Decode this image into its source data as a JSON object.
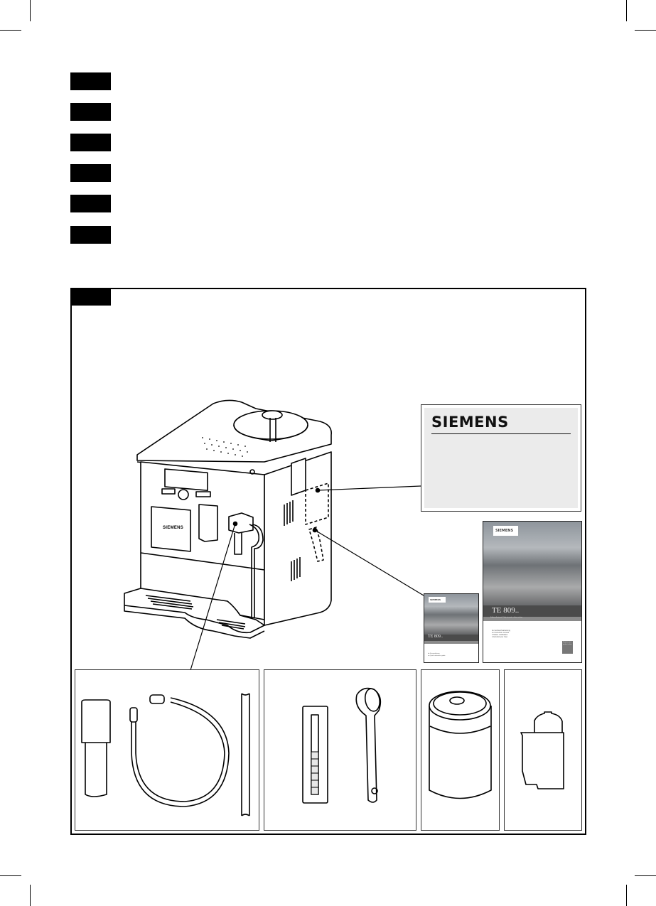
{
  "page": {
    "language_markers": [
      "",
      "",
      "",
      "",
      "",
      ""
    ],
    "figure_marker": ""
  },
  "figure": {
    "machine": {
      "brand_label": "SIEMENS"
    },
    "type_plate_card": {
      "brand": "SIEMENS"
    },
    "manual_large": {
      "brand": "SIEMENS",
      "model": "TE 809..",
      "subtitle": "Kaffeevollautomat / Fully automatic coffee machine",
      "languages": [
        "de  Gebrauchsanleitung",
        "en  Instruction manual",
        "fr  Notice d'utilisation",
        "it  Istruzioni per l'uso"
      ],
      "badge": "Register your product online"
    },
    "manual_small": {
      "brand": "SIEMENS",
      "model": "TE 809..",
      "subtitle": "Kaffeevollautomat / Fully automatic coffee machine",
      "languages": [
        "de  Kurzanleitung",
        "en  Quick reference guide"
      ]
    },
    "accessory_groups": [
      {
        "items": [
          "milk-connector",
          "milk-tube",
          "steel-tube"
        ]
      },
      {
        "items": [
          "water-hardness-test-strip",
          "measuring-spoon"
        ]
      },
      {
        "items": [
          "milk-container"
        ]
      },
      {
        "items": [
          "water-filter"
        ]
      }
    ]
  }
}
